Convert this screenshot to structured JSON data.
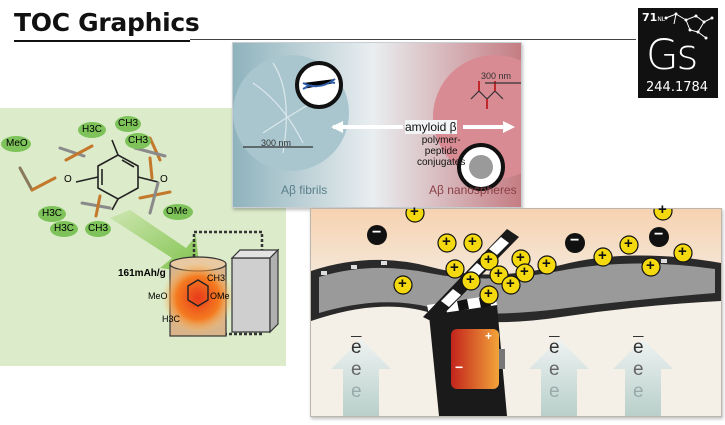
{
  "header": {
    "title": "TOC Graphics"
  },
  "element_logo": {
    "atomic_number": "71",
    "label": "NL",
    "symbol": "Gs",
    "atomic_mass": "244.1784"
  },
  "panel_a": {
    "groups": {
      "meo_top": "MeO",
      "h3c_top": "H3C",
      "ch3_top1": "CH3",
      "ch3_top2": "CH3",
      "h3c_bottom1": "H3C",
      "h3c_bottom2": "H3C",
      "ch3_bottom": "CH3",
      "ome_right": "OMe",
      "o_left": "O",
      "o_right": "O"
    },
    "capacity": "161mAh/g",
    "battery_groups": {
      "ch3": "CH3",
      "meo": "MeO",
      "ome": "OMe",
      "h3c": "H3C"
    }
  },
  "panel_b": {
    "scale_left": "300 nm",
    "scale_right": "300 nm",
    "center_label": "amyloid β",
    "conjugates_label": "polymer-\npeptide\nconjugates",
    "left_caption": "Aβ fibrils",
    "right_caption": "Aβ nanospheres"
  },
  "panel_c": {
    "plus_sign": "+",
    "minus_sign": "−",
    "electron_symbol": "e",
    "battery_plus": "+",
    "battery_minus": "−"
  }
}
